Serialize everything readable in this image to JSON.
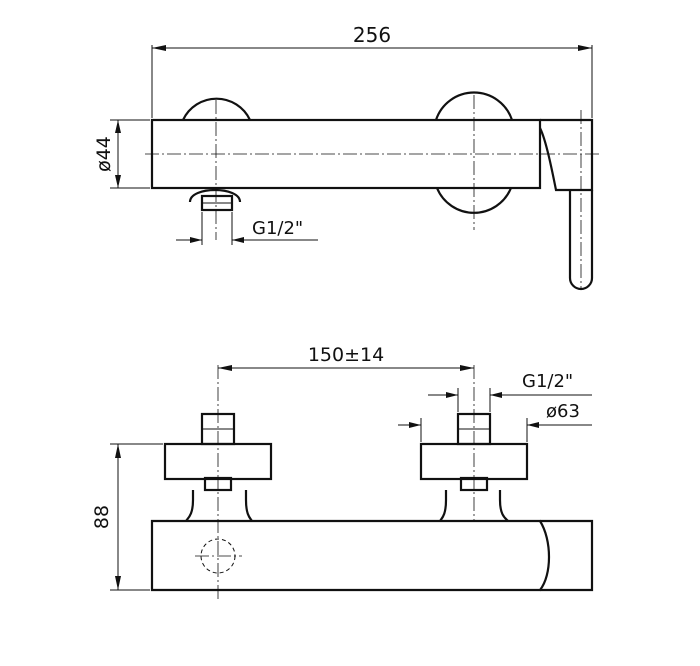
{
  "dimensions": {
    "total_length": "256",
    "body_diameter": "ø44",
    "outlet_thread": "G1/2\"",
    "center_distance": "150±14",
    "inlet_thread": "G1/2\"",
    "rosette_diameter": "ø63",
    "height": "88"
  }
}
